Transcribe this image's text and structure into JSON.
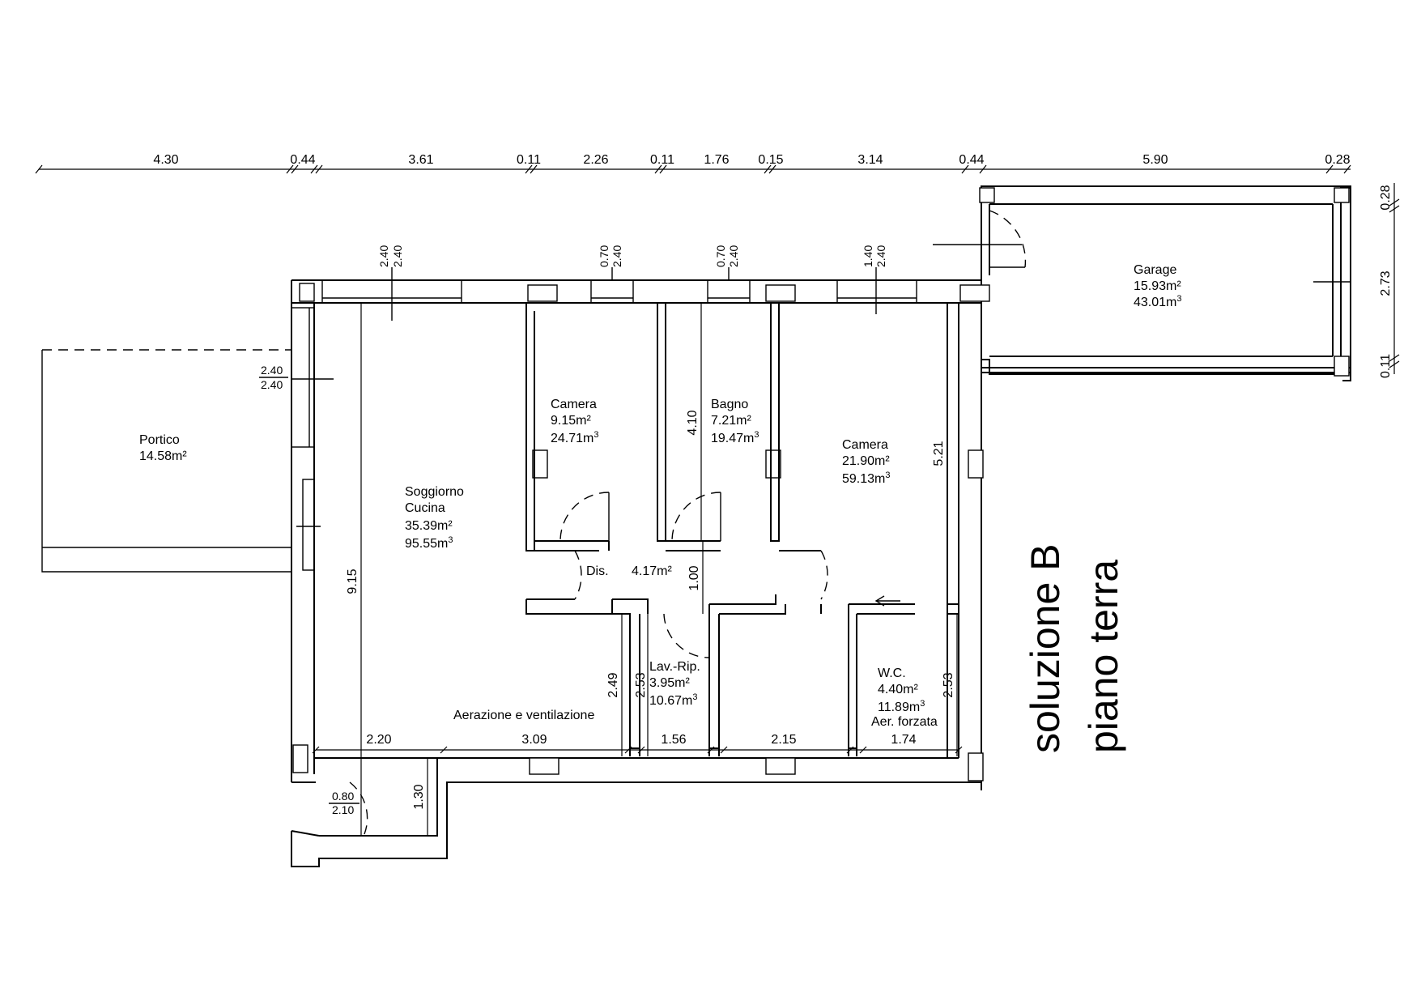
{
  "title": {
    "line1": "soluzione B",
    "line2": "piano terra"
  },
  "top_dimensions": [
    "4.30",
    "0.44",
    "3.61",
    "0.11",
    "2.26",
    "0.11",
    "1.76",
    "0.15",
    "3.14",
    "0.44",
    "5.90",
    "0.28"
  ],
  "right_dimensions": [
    "0.28",
    "2.73",
    "0.11"
  ],
  "windows": [
    {
      "a": "2.40",
      "b": "2.40"
    },
    {
      "a": "0.70",
      "b": "2.40"
    },
    {
      "a": "0.70",
      "b": "2.40"
    },
    {
      "a": "1.40",
      "b": "2.40"
    },
    {
      "a": "2.40",
      "b": "2.40"
    },
    {
      "a": "0.80",
      "b": "2.10"
    }
  ],
  "rooms": {
    "garage": {
      "name": "Garage",
      "area": "15.93m²",
      "volume": "43.01m",
      "sup": "3"
    },
    "portico": {
      "name": "Portico",
      "area": "14.58m²"
    },
    "camera1": {
      "name": "Camera",
      "area": "9.15m²",
      "volume": "24.71m",
      "sup": "3"
    },
    "bagno": {
      "name": "Bagno",
      "area": "7.21m²",
      "volume": "19.47m",
      "sup": "3"
    },
    "camera2": {
      "name": "Camera",
      "area": "21.90m²",
      "volume": "59.13m",
      "sup": "3"
    },
    "soggiorno": {
      "name1": "Soggiorno",
      "name2": "Cucina",
      "area": "35.39m²",
      "volume": "95.55m",
      "sup": "3"
    },
    "dis": {
      "name": "Dis.",
      "area": "4.17m²"
    },
    "lav": {
      "name": "Lav.-Rip.",
      "area": "3.95m²",
      "volume": "10.67m",
      "sup": "3"
    },
    "wc": {
      "name": "W.C.",
      "area": "4.40m²",
      "volume": "11.89m",
      "sup": "3",
      "note": "Aer. forzata"
    }
  },
  "notes": {
    "aerazione": "Aerazione e ventilazione"
  },
  "interior_dimensions": {
    "soggiorno_height": "9.15",
    "bagno_height": "4.10",
    "camera_height": "5.21",
    "dis_height": "1.00",
    "lav_left": "2.49",
    "lav_right": "2.53",
    "wc_height": "2.53",
    "entry_height": "1.30",
    "bottom_a": "2.20",
    "bottom_b": "3.09",
    "bottom_c": "1.56",
    "bottom_d": "2.15",
    "bottom_e": "1.74"
  }
}
